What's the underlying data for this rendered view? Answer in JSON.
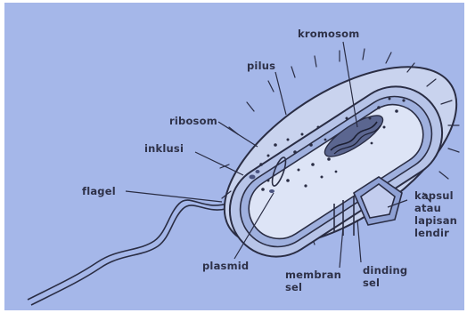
{
  "diagram": {
    "labels": {
      "kromosom": "kromosom",
      "pilus": "pilus",
      "ribosom": "ribosom",
      "inklusi": "inklusi",
      "flagel": "flagel",
      "plasmid": "plasmid",
      "kapsul_line1": "kapsul",
      "kapsul_line2": "atau",
      "kapsul_line3": "lapisan",
      "kapsul_line4": "lendir",
      "membran_line1": "membran",
      "membran_line2": "sel",
      "dinding_line1": "dinding",
      "dinding_line2": "sel"
    },
    "colors": {
      "background": "#a5b7e9",
      "outline": "#2a2d44",
      "capsule": "#c9d3ee",
      "cytoplasm": "#dde4f6",
      "label_text": "#2e3148"
    }
  }
}
